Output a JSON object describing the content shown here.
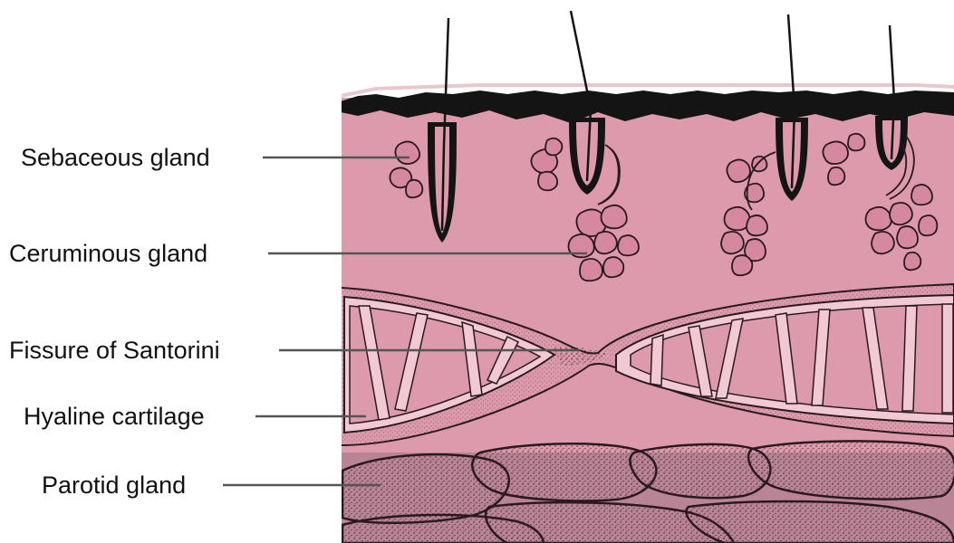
{
  "labels": {
    "sebaceous_gland": "Sebaceous gland",
    "ceruminous_gland": "Ceruminous gland",
    "fissure_of_santorini": "Fissure of Santorini",
    "hyaline_cartilage": "Hyaline cartilage",
    "parotid_gland": "Parotid gland"
  },
  "colors": {
    "tissue_pink": "#dc9aac",
    "gland_pink": "#d688a0",
    "epidermis_black": "#141414",
    "parotid_fill": "#b98496",
    "cartilage_pale": "#f0c9d4",
    "leader_line": "#555555",
    "outline": "#2a1a20"
  }
}
